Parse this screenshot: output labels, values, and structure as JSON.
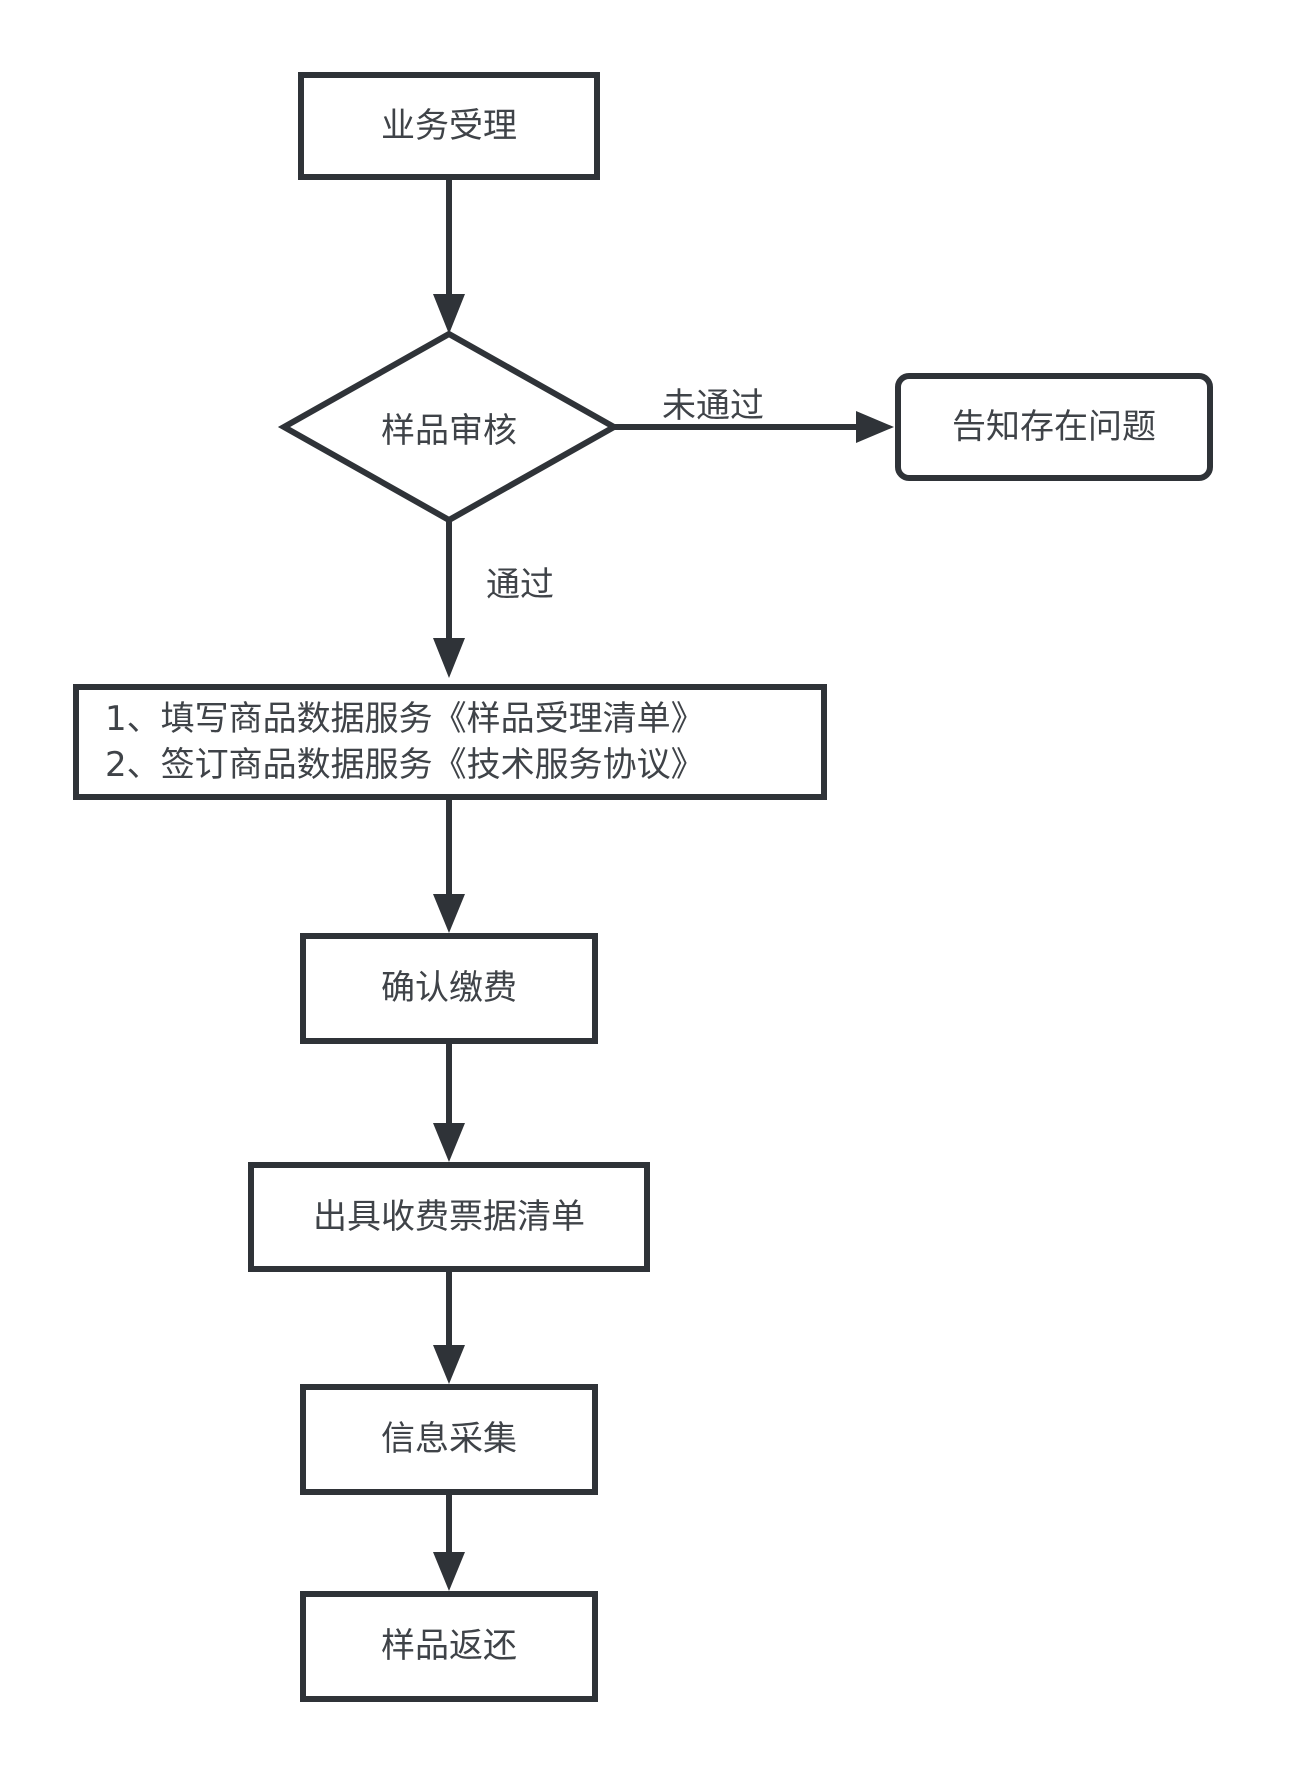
{
  "diagram": {
    "nodes": {
      "business_acceptance": {
        "label": "业务受理"
      },
      "sample_review": {
        "label": "样品审核"
      },
      "notify_problem": {
        "label": "告知存在问题"
      },
      "fill_docs": {
        "line1": "1、填写商品数据服务《样品受理清单》",
        "line2": "2、签订商品数据服务《技术服务协议》"
      },
      "confirm_payment": {
        "label": "确认缴费"
      },
      "issue_receipt": {
        "label": "出具收费票据清单"
      },
      "info_collection": {
        "label": "信息采集"
      },
      "sample_return": {
        "label": "样品返还"
      }
    },
    "edges": {
      "not_passed": "未通过",
      "passed": "通过"
    },
    "colors": {
      "stroke": "#2f3338",
      "text": "#3f4348",
      "background": "#ffffff"
    }
  }
}
